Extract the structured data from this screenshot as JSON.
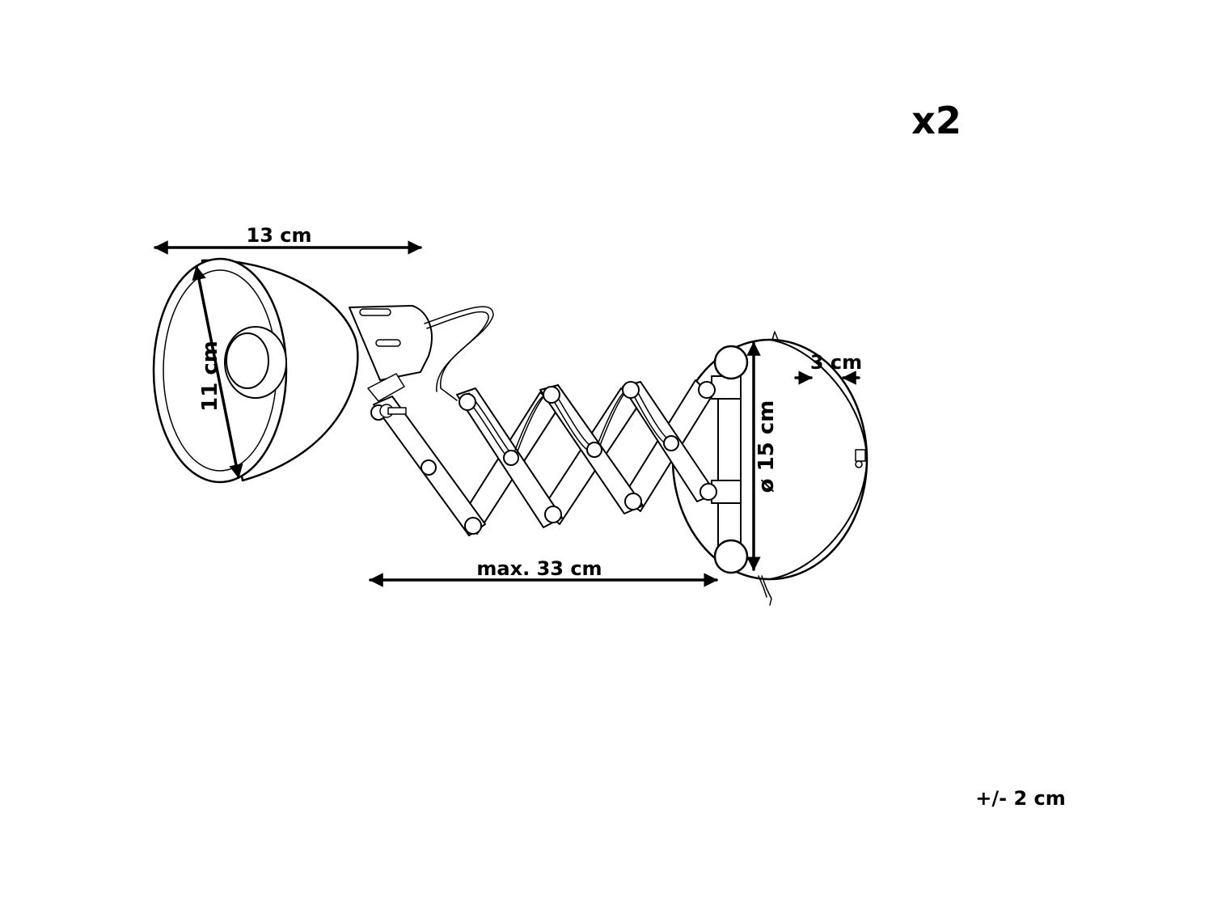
{
  "quantity": "x2",
  "tolerance": "+/- 2 cm",
  "dimensions": {
    "shade_length": "13 cm",
    "shade_diameter": "11 cm",
    "arm_extension": "max. 33 cm",
    "base_diameter": "ø 15 cm",
    "base_depth": "3 cm"
  },
  "colors": {
    "line": "#000000",
    "background": "#ffffff"
  }
}
